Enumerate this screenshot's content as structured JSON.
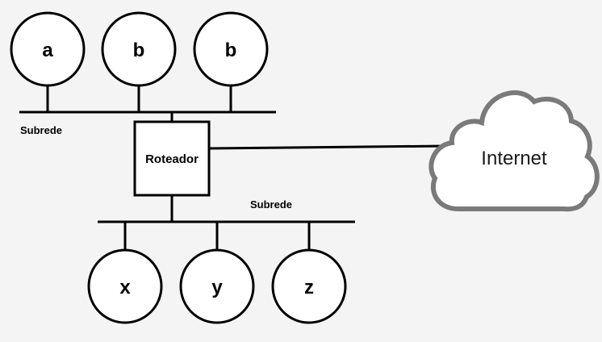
{
  "diagram": {
    "top_hosts": [
      "a",
      "b",
      "b"
    ],
    "bottom_hosts": [
      "x",
      "y",
      "z"
    ],
    "top_subnet_label": "Subrede",
    "bottom_subnet_label": "Subrede",
    "router_label": "Roteador",
    "internet_label": "Internet"
  },
  "colors": {
    "background": "#f4f4f4",
    "line": "#000000",
    "cloud_outline": "#7a7a7a"
  }
}
